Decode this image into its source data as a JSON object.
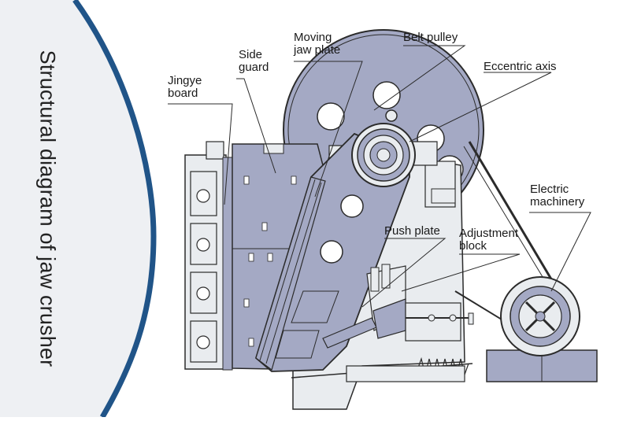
{
  "title": "Structural diagram of jaw crusher",
  "colors": {
    "panel_fill": "#eef0f3",
    "arc_stroke": "#205488",
    "machine_fill": "#a4a9c4",
    "machine_light": "#e9ecef",
    "line_color": "#2b2b2b"
  },
  "labels": {
    "jingye_board": [
      "Jingye",
      "board"
    ],
    "side_guard": [
      "Side",
      "guard"
    ],
    "moving_jaw_plate": [
      "Moving",
      "jaw plate"
    ],
    "belt_pulley": [
      "Belt pulley"
    ],
    "eccentric_axis": [
      "Eccentric axis"
    ],
    "electric_machinery": [
      "Electric",
      "machinery"
    ],
    "push_plate": [
      "Push plate"
    ],
    "adjustment_block": [
      "Adjustment",
      "block"
    ]
  }
}
